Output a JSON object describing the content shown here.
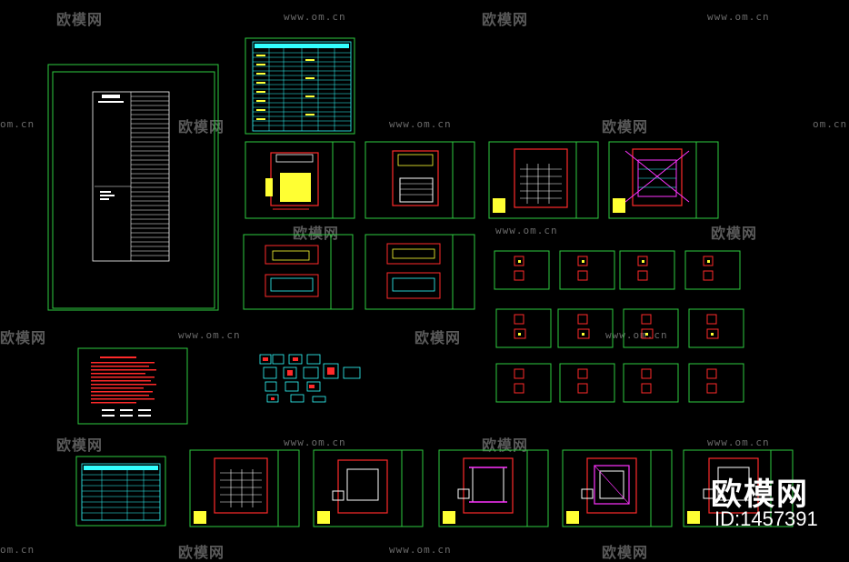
{
  "watermark": {
    "brand": "欧模网",
    "url": "www.om.cn",
    "url_short": "om.cn"
  },
  "logo": {
    "brand": "欧模网",
    "id_text": "ID:1457391"
  },
  "colors": {
    "background": "#000000",
    "frame": "#2ecc40",
    "cad_red": "#ff2a2a",
    "cad_yellow": "#ffff33",
    "cad_cyan": "#33ffff",
    "cad_magenta": "#ff33ff",
    "cad_white": "#ffffff",
    "watermark": "#5a5a5a"
  }
}
